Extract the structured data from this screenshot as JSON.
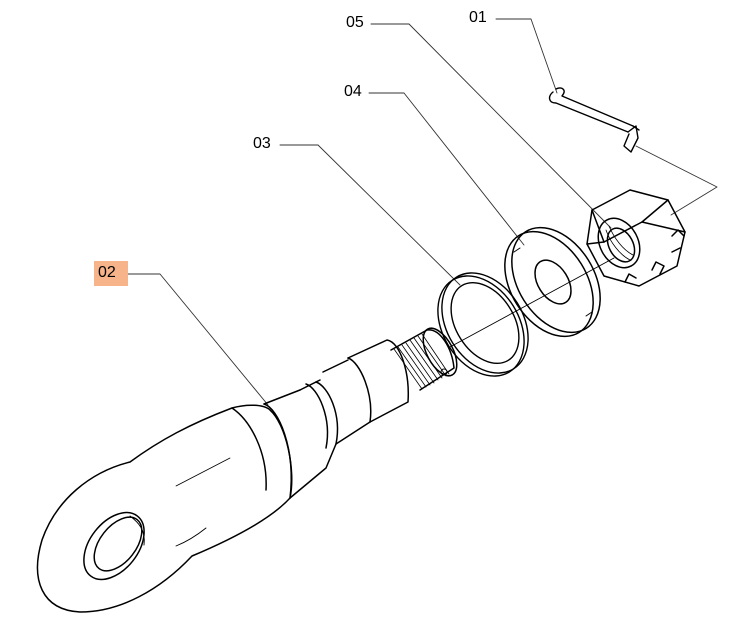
{
  "callouts": [
    {
      "id": "01",
      "label": "01",
      "part": "cotter-pin",
      "highlighted": false
    },
    {
      "id": "05",
      "label": "05",
      "part": "castle-nut",
      "highlighted": false
    },
    {
      "id": "04",
      "label": "04",
      "part": "washer",
      "highlighted": false
    },
    {
      "id": "03",
      "label": "03",
      "part": "sealing-ring",
      "highlighted": false
    },
    {
      "id": "02",
      "label": "02",
      "part": "towing-eye",
      "highlighted": true
    }
  ],
  "colors": {
    "line": "#000000",
    "leader": "#333333",
    "highlight": "#f7b48a",
    "background": "#ffffff"
  }
}
